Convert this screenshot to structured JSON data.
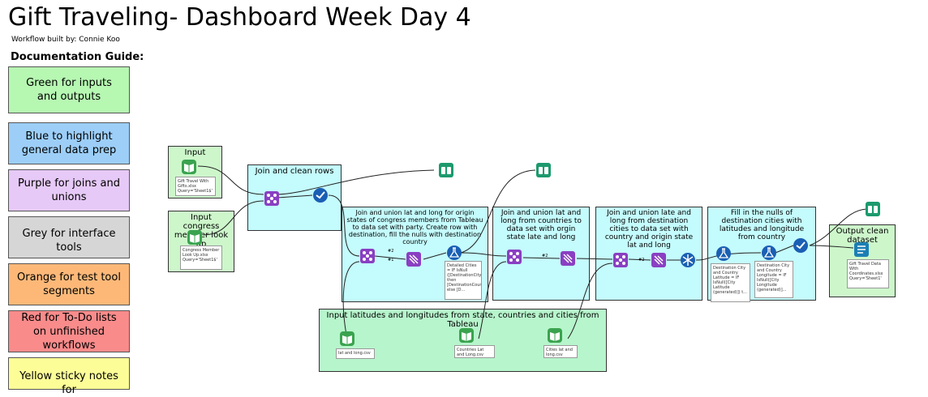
{
  "header": {
    "title": "Gift Traveling- Dashboard Week Day 4",
    "subtitle": "Workflow built by: Connie Koo",
    "guide_heading": "Documentation Guide:"
  },
  "colors": {
    "green": "#b6f7b2",
    "blue": "#9ccef8",
    "purple": "#e6c9f7",
    "grey": "#d6d6d6",
    "orange": "#fdb878",
    "red": "#f98b8b",
    "yellow": "#fdfd98",
    "container_cyan": "#c4fbfc",
    "container_mint": "#b7f5cc",
    "input_green": "#cdf7cb"
  },
  "legend": [
    {
      "label": "Green for inputs and outputs",
      "color": "#b6f7b2"
    },
    {
      "label": "Blue to highlight general data prep",
      "color": "#9ccef8"
    },
    {
      "label": "Purple for joins and unions",
      "color": "#e6c9f7"
    },
    {
      "label": "Grey for interface tools",
      "color": "#d6d6d6"
    },
    {
      "label": "Orange for test tool segments",
      "color": "#fdb878"
    },
    {
      "label": "Red for To-Do lists on unfinished workflows",
      "color": "#f98b8b"
    },
    {
      "label": "Yellow sticky notes for",
      "color": "#fdfd98"
    }
  ],
  "containers": {
    "input": "Input",
    "input_congress": "Input congress member look up",
    "join_clean": "Join and clean rows",
    "join_union_states": "Join and union lat and long for origin states of congress members from Tableau to data set with party. Create row with destination, fill the nulls with destination country",
    "join_union_countries": "Join and union lat and long from countries to data set with orgin state late and long",
    "join_union_cities": "Join and union late and long from destination cities to data set with country and origin state lat and long",
    "fill_nulls": "Fill in the nulls of destination cities with latitudes and longitude from country",
    "output_clean": "Output clean dataset",
    "input_latlong": "Input latitudes and longitudes from state, countries and cities from Tableau"
  },
  "notes": {
    "gift_travel": "Gift Travel With Gifts.xlsx Query='Sheet1$'",
    "congress_lookup": "Congress Member Look Up.xlsx Query='Sheet1$'",
    "detailed_cities": "Detailed Cities = IF IsNull ([DestinationCity]) then [DestinationCountry] else [D...",
    "dest_lat": "Destination City and Country Latitude = IF IsNull([City Latitude (generated)]) t...",
    "dest_long": "Destination City and Country Longitude = IF IsNull([City Longitude (generated)]...",
    "output_file": "Gift Travel Data With Coordinates.xlsx Query='Sheet1'",
    "lat_long": "lat and long.csv",
    "countries_latlong": "Countries Lat and Long.csv",
    "cities_latlong": "Cities lat and long.csv"
  },
  "tool_labels": {
    "count_a": "#2",
    "count_b": "#1",
    "count_c": "#2",
    "count_d": "#2"
  },
  "icons": [
    "book-input-icon",
    "join-icon",
    "cleanse-check-icon",
    "browse-binoculars-icon",
    "formula-flask-icon",
    "union-icon",
    "select-icon",
    "snowflake-icon",
    "output-icon"
  ]
}
